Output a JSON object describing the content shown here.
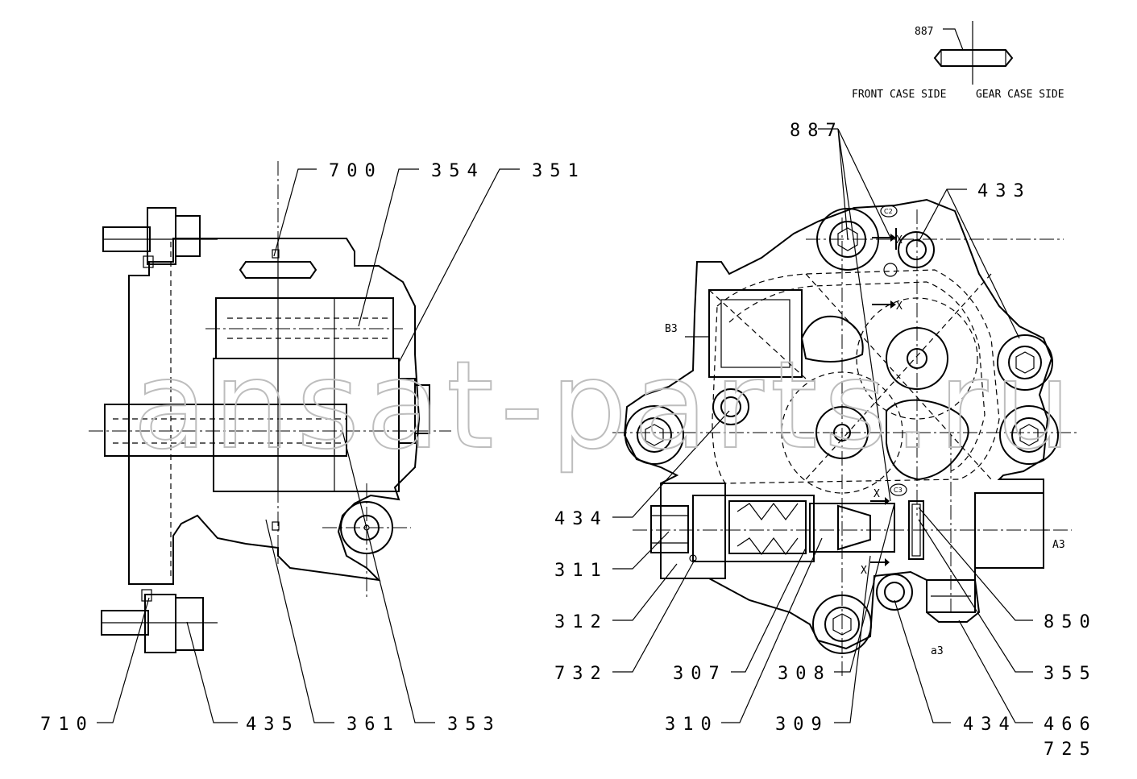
{
  "watermark": "ansat-parts.ru",
  "legend": {
    "part": "887",
    "left_side": "FRONT CASE SIDE",
    "right_side": "GEAR CASE SIDE"
  },
  "left_view_labels": {
    "l700": "700",
    "l354": "354",
    "l351": "351",
    "l710": "710",
    "l435": "435",
    "l361": "361",
    "l353": "353"
  },
  "right_view_labels": {
    "l887": "887",
    "l433": "433",
    "l434a": "434",
    "l311": "311",
    "l312": "312",
    "l732": "732",
    "l307": "307",
    "l308": "308",
    "l310": "310",
    "l309": "309",
    "l434b": "434",
    "l850": "850",
    "l355": "355",
    "l466": "466",
    "l725": "725"
  },
  "port_labels": {
    "b3": "B3",
    "a3": "A3",
    "a3_lower": "a3",
    "c2": "C2",
    "c3": "C3",
    "x_mark": "X"
  }
}
